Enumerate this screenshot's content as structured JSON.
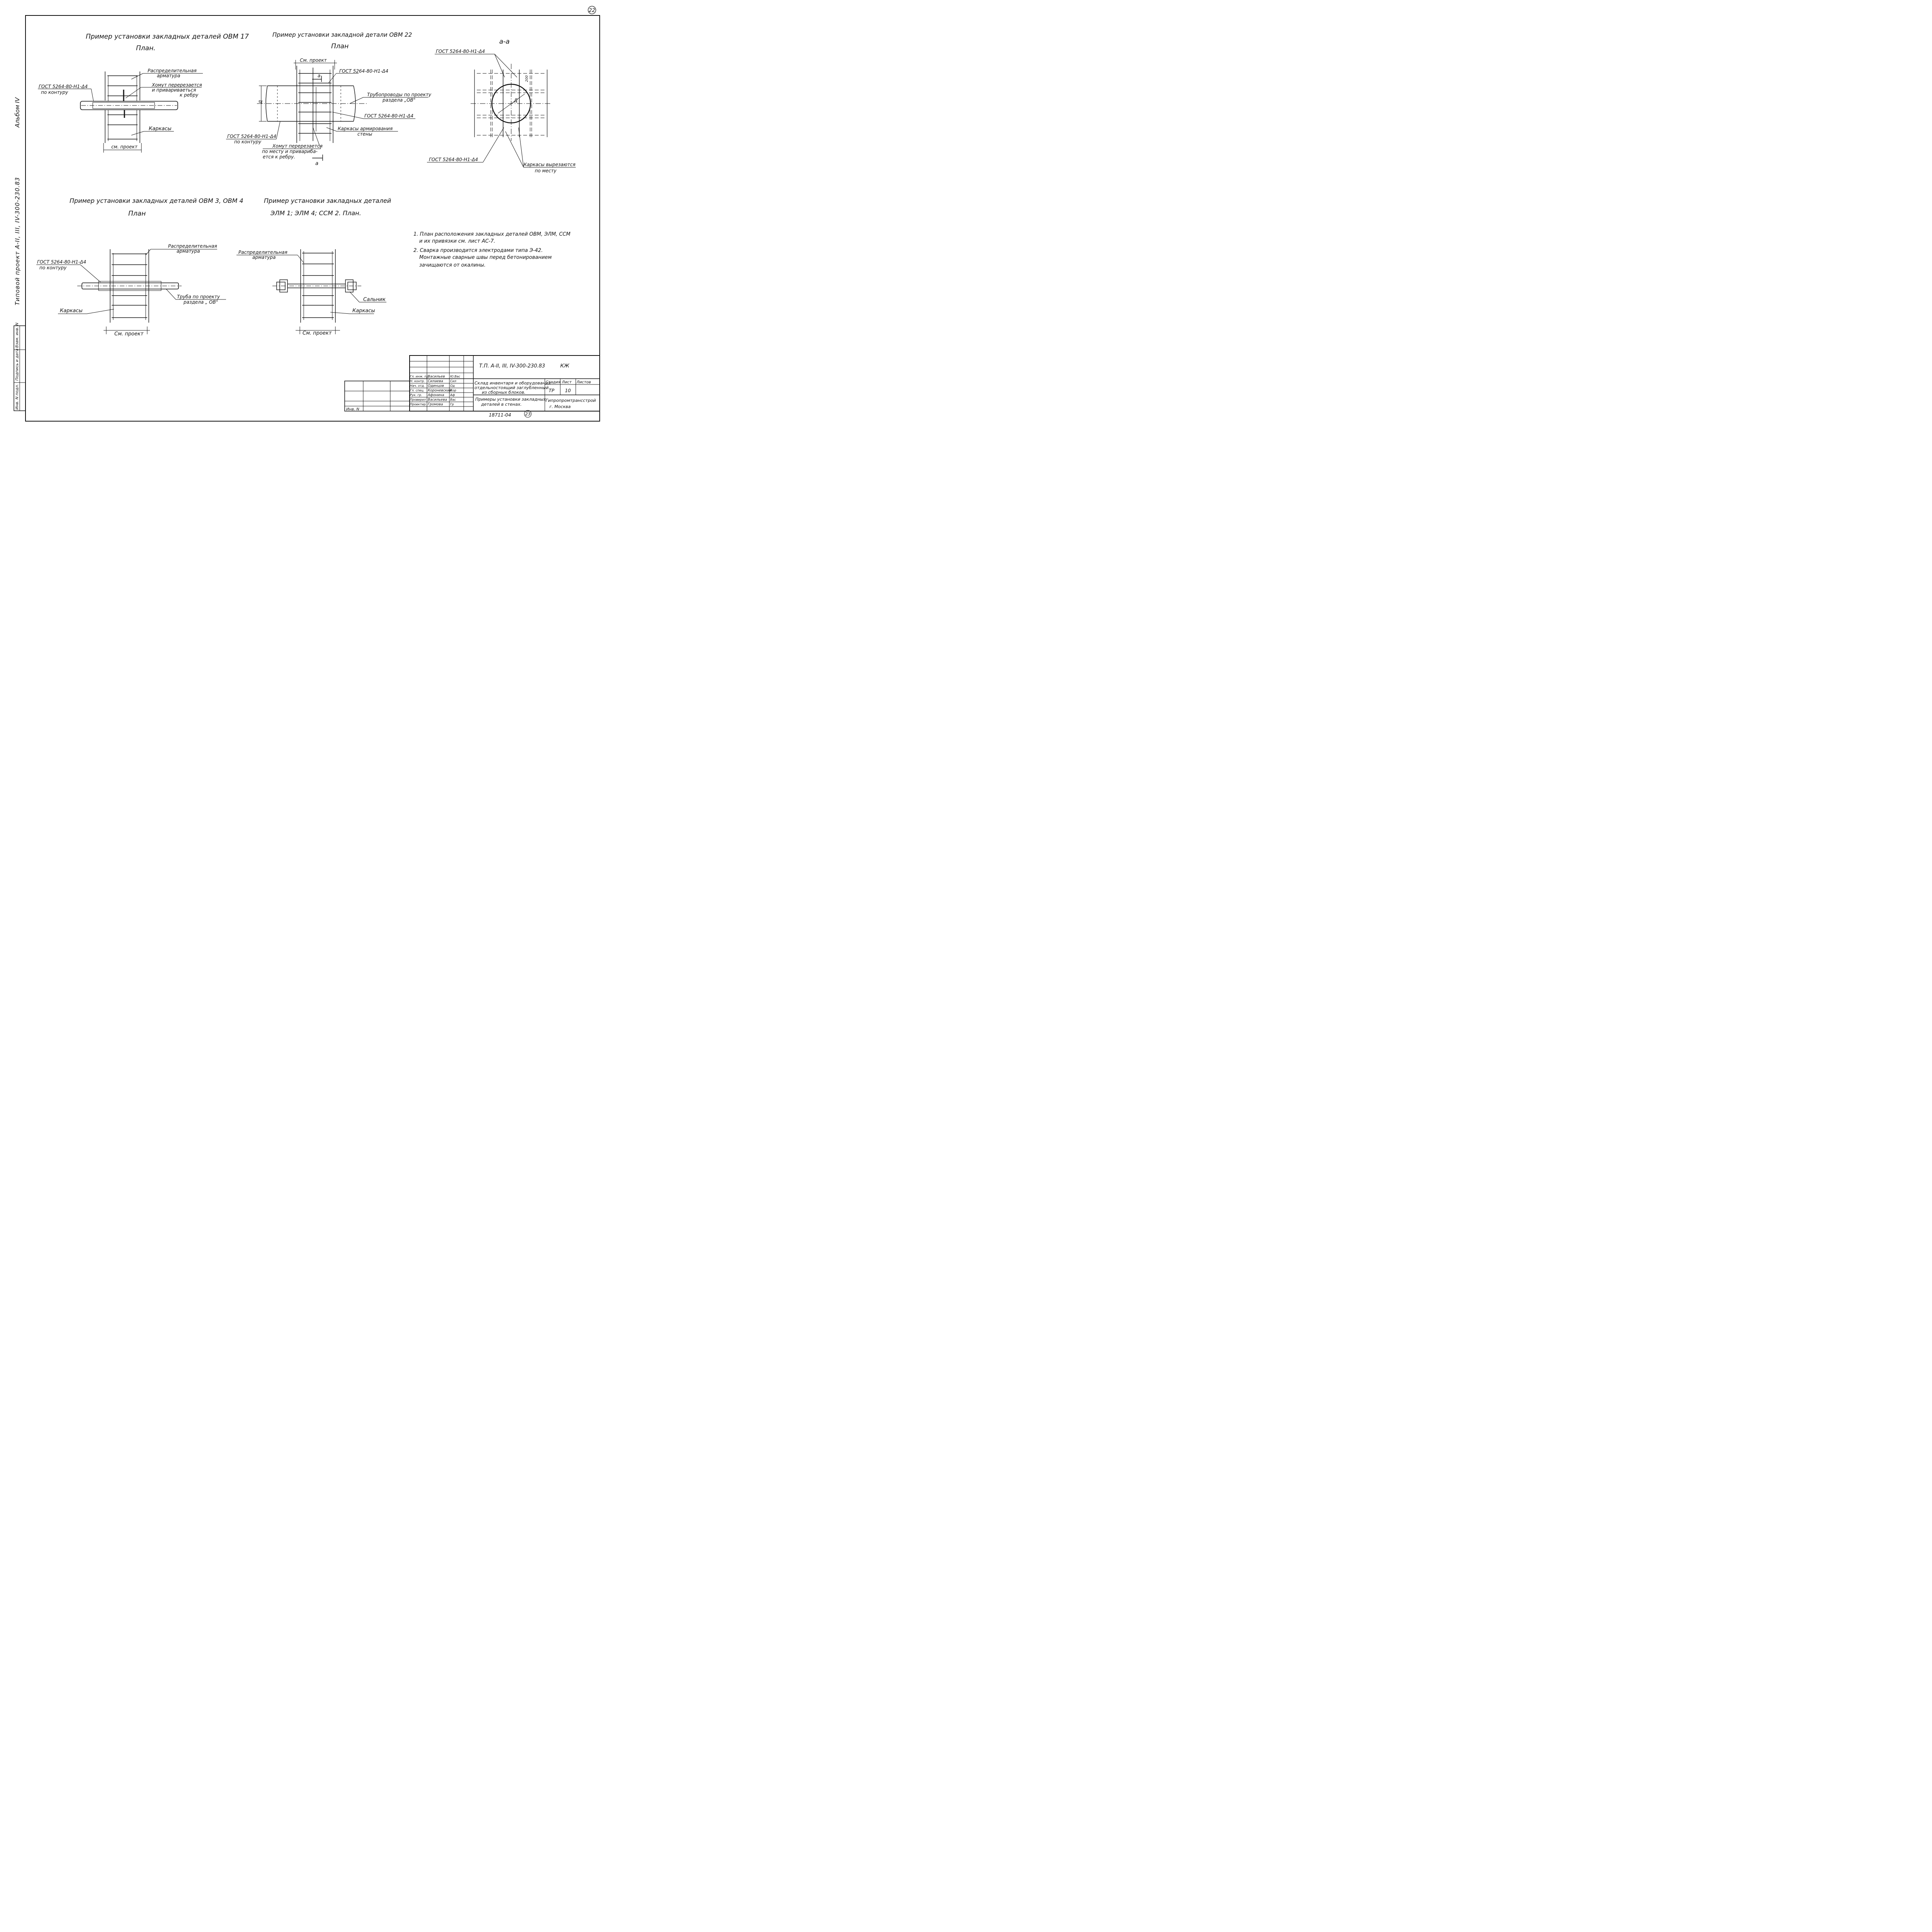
{
  "sheet": {
    "corner_number": "22",
    "bottom_number": "23",
    "archive_code": "18711-04",
    "side_album": "Альбом IV",
    "side_project": "Типовой проект А-II, III, IV-300-230.83"
  },
  "views": {
    "ovm17": {
      "title": "Пример установки закладных деталей ОВМ 17",
      "subtitle": "План.",
      "label_rebar_1": "Распределительная",
      "label_rebar_2": "арматура",
      "label_clamp_1": "Хомут перерезается",
      "label_clamp_2": "и привариваеться",
      "label_clamp_3": "к ребру",
      "label_gost_1": "ГОСТ 5264-80-Н1-Δ4",
      "label_gost_2": "по контуру",
      "label_frames": "Каркасы",
      "dim": "см. проект"
    },
    "ovm22": {
      "title": "Пример установки закладной детали ОВМ 22",
      "subtitle": "План",
      "dim": "См. проект",
      "label_gost_top": "ГОСТ 5264-80-Н1-Δ4",
      "label_pipe_1": "Трубопроводы по проекту",
      "label_pipe_2": "раздела „ОВ\"",
      "label_gost_right": "ГОСТ 5264-80-Н1-Δ4",
      "label_frames_1": "Каркасы армирования",
      "label_frames_2": "стены",
      "label_gost_left_1": "ГОСТ 5264-80-Н1-Δ4",
      "label_gost_left_2": "по контуру",
      "label_clamp_1": "Хомут перерезается",
      "label_clamp_2": "по месту и привариба-",
      "label_clamp_3": "ется к ребру.",
      "section_mark": "а",
      "diameter": "Д"
    },
    "section_aa": {
      "title": "а-а",
      "label_gost_top": "ГОСТ 5264-80-Н1-Δ4",
      "label_gost_bottom": "ГОСТ 5264-80-Н1-Δ4",
      "label_cut_1": "Каркасы вырезаются",
      "label_cut_2": "по месту",
      "dim_200": "200",
      "diameter": "Д"
    },
    "ovm34": {
      "title": "Пример установки закладных деталей ОВМ 3, ОВМ 4",
      "subtitle": "План",
      "label_rebar_1": "Распределительная",
      "label_rebar_2": "арматура",
      "label_gost_1": "ГОСТ 5264-80-Н1-Δ4",
      "label_gost_2": "по контуру",
      "label_pipe_1": "Труба по проекту",
      "label_pipe_2": "раздела „ ОВ\"",
      "label_frames": "Каркасы",
      "dim": "См. проект"
    },
    "elm": {
      "title": "Пример установки закладных деталей",
      "subtitle": "ЭЛМ 1; ЭЛМ 4; ССМ 2. План.",
      "label_rebar_1": "Распределительная",
      "label_rebar_2": "арматура",
      "label_gland": "Сальник",
      "label_frames": "Каркасы",
      "dim": "См. проект"
    }
  },
  "notes": [
    "1. План расположения закладных деталей ОВМ, ЭЛМ, ССМ",
    "и их привязки см. лист АС-7.",
    "2. Сварка производится электродами типа Э-42.",
    "Монтажные сварные швы перед бетонированием",
    "зачищаются от окалины."
  ],
  "stamp": {
    "doc_code": "Т.П. А-II, III, IV-300-230.83",
    "mark": "КЖ",
    "object_name_1": "Склад инвентаря и оборудования",
    "object_name_2": "отдельностоящий заглубленный",
    "object_name_3": "из сборных блоков.",
    "sheet_title_1": "Примеры установки закладных",
    "sheet_title_2": "деталей в стенах.",
    "stage_header": "Стадия",
    "sheet_header": "Лист",
    "sheets_header": "Листов",
    "stage": "ТР",
    "sheet": "10",
    "organization_1": "Гипропромтрансстрой",
    "organization_2": "г. Москва",
    "inv_label": "Инв. N",
    "signatures": [
      {
        "role": "Гл. инж. пр",
        "name": "Васильев",
        "sign": "Ю.Вас"
      },
      {
        "role": "Н. контр.",
        "name": "Силаева",
        "sign": "Сил"
      },
      {
        "role": "Нач. отд.",
        "name": "Одинцов",
        "sign": "Од"
      },
      {
        "role": "Гл. спец.",
        "name": "Короневский",
        "sign": "Кор"
      },
      {
        "role": "Рук. гр.",
        "name": "Афонина",
        "sign": "Аф"
      },
      {
        "role": "Проверил",
        "name": "Васильева",
        "sign": "Вас"
      },
      {
        "role": "Проектир.",
        "name": "Громова",
        "sign": "Гр"
      }
    ]
  },
  "left_block": {
    "inv_podl": "Инв. N подл.",
    "podpis": "Подпись и дата",
    "vzam": "Взам. инв. N"
  }
}
